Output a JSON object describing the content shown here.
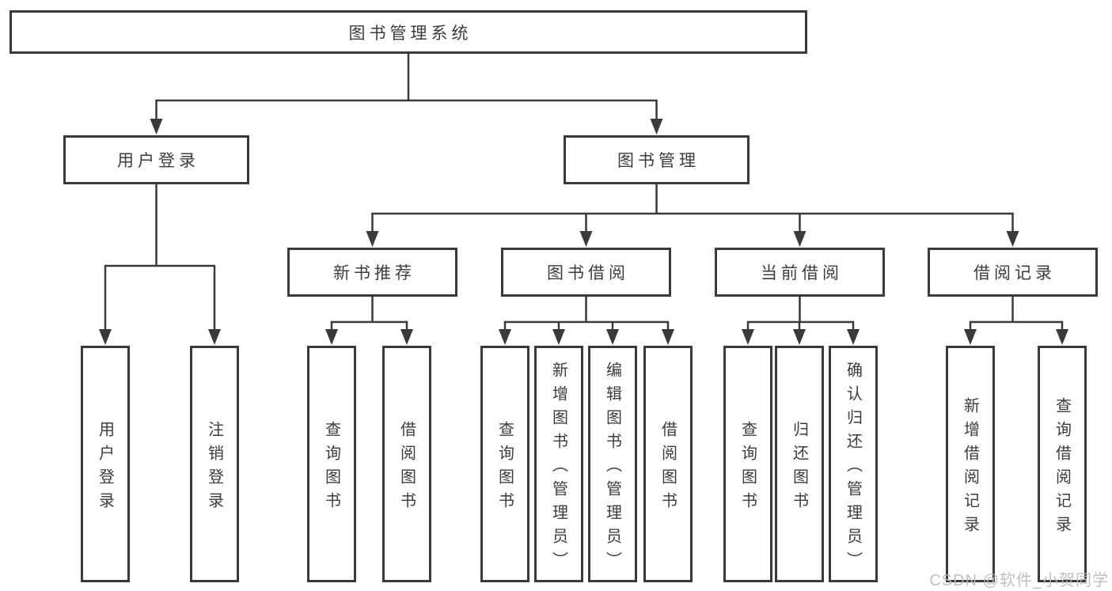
{
  "tree": {
    "label": "图书管理系统",
    "children": [
      {
        "label": "用户登录",
        "children": [
          {
            "label": "用户登录"
          },
          {
            "label": "注销登录"
          }
        ]
      },
      {
        "label": "图书管理",
        "children": [
          {
            "label": "新书推荐",
            "children": [
              {
                "label": "查询图书"
              },
              {
                "label": "借阅图书"
              }
            ]
          },
          {
            "label": "图书借阅",
            "children": [
              {
                "label": "查询图书"
              },
              {
                "label": "新增图书（管理员）"
              },
              {
                "label": "编辑图书（管理员）"
              },
              {
                "label": "借阅图书"
              }
            ]
          },
          {
            "label": "当前借阅",
            "children": [
              {
                "label": "查询图书"
              },
              {
                "label": "归还图书"
              },
              {
                "label": "确认归还（管理员）"
              }
            ]
          },
          {
            "label": "借阅记录",
            "children": [
              {
                "label": "新增借阅记录"
              },
              {
                "label": "查询借阅记录"
              }
            ]
          }
        ]
      }
    ]
  },
  "watermark": "CSDN @软件_小贺同学",
  "colors": {
    "line": "#3a3a3a",
    "text": "#3c3c3c",
    "box_fill": "#ffffff",
    "background": "#ffffff",
    "watermark": "#b9b9b9"
  }
}
